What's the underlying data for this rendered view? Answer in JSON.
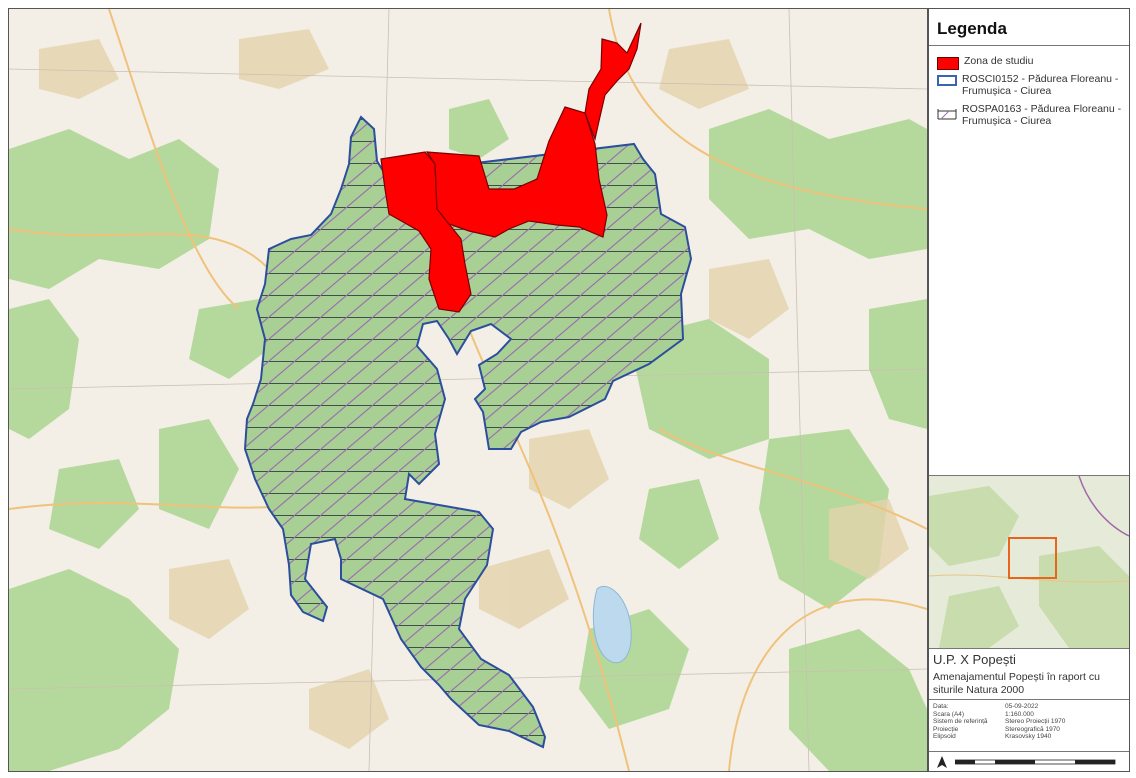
{
  "legend": {
    "title": "Legenda",
    "items": [
      {
        "swatch": "red-fill",
        "color": "#ff0000",
        "text": "Zona de studiu"
      },
      {
        "swatch": "blue-outline",
        "color": "#3a63b4",
        "text": "ROSCI0152 -  Pădurea Floreanu - Frumușica - Ciurea"
      },
      {
        "swatch": "hatch",
        "color": "#9a6fb0",
        "text": "ROSPA0163 -  Pădurea Floreanu - Frumușica - Ciurea"
      }
    ]
  },
  "project": {
    "title": "U.P. X Popești",
    "description": "Amenajamentul Popești în raport cu siturile Natura 2000"
  },
  "metadata": [
    {
      "label": "Data:",
      "value": "05-09-2022"
    },
    {
      "label": "Scara (A4)",
      "value": "1:160.000"
    },
    {
      "label": "Sistem de referință",
      "value": "Stereo Proiecții 1970"
    },
    {
      "label": "Proiecție",
      "value": "Stereografică 1970"
    },
    {
      "label": "Elipsoid",
      "value": "Krasovsky 1940"
    }
  ],
  "colors": {
    "study_zone": "#ff0000",
    "rosci_boundary": "#3a63b4",
    "rospa_hatch": "#9a6fb0",
    "forest": "#b5d99c",
    "inset_extent": "#e8661c"
  },
  "icons": {
    "north": "north-arrow-icon",
    "scale": "scale-bar"
  }
}
